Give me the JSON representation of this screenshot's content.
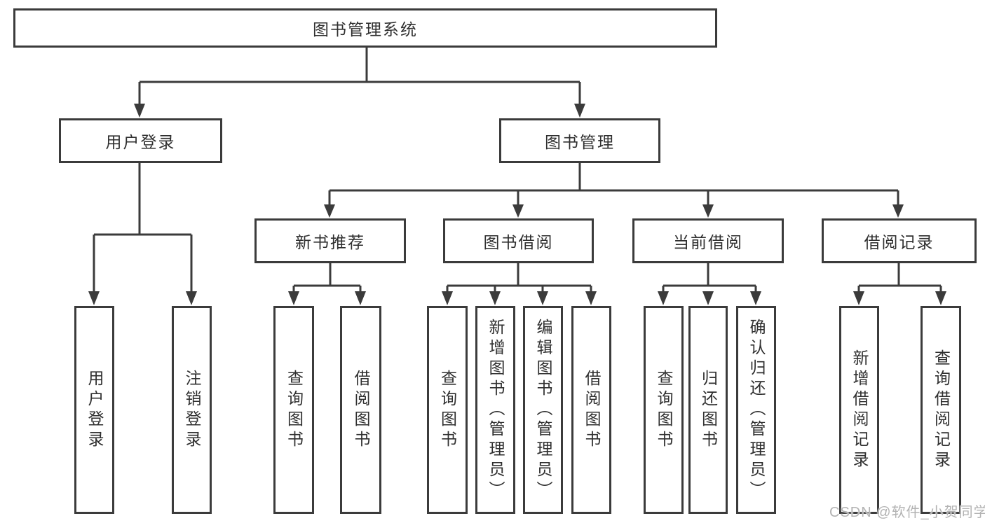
{
  "root": {
    "label": "图书管理系统"
  },
  "level1": {
    "user_login": {
      "label": "用户登录"
    },
    "book_mgmt": {
      "label": "图书管理"
    }
  },
  "level2": {
    "new_book_rec": {
      "label": "新书推荐"
    },
    "book_borrow": {
      "label": "图书借阅"
    },
    "current_borrow": {
      "label": "当前借阅"
    },
    "borrow_records": {
      "label": "借阅记录"
    }
  },
  "leaves": {
    "user_login": [
      "用户登录",
      "注销登录"
    ],
    "new_book_rec": [
      "查询图书",
      "借阅图书"
    ],
    "book_borrow": [
      "查询图书",
      "新增图书（管理员）",
      "编辑图书（管理员）",
      "借阅图书"
    ],
    "current_borrow": [
      "查询图书",
      "归还图书",
      "确认归还（管理员）"
    ],
    "borrow_records": [
      "新增借阅记录",
      "查询借阅记录"
    ]
  },
  "watermark": "CSDN @软件_小贺同学",
  "colors": {
    "line": "#3b3b3b",
    "text": "#2f2f2f",
    "background": "#ffffff",
    "watermark": "#b3b3b3"
  }
}
